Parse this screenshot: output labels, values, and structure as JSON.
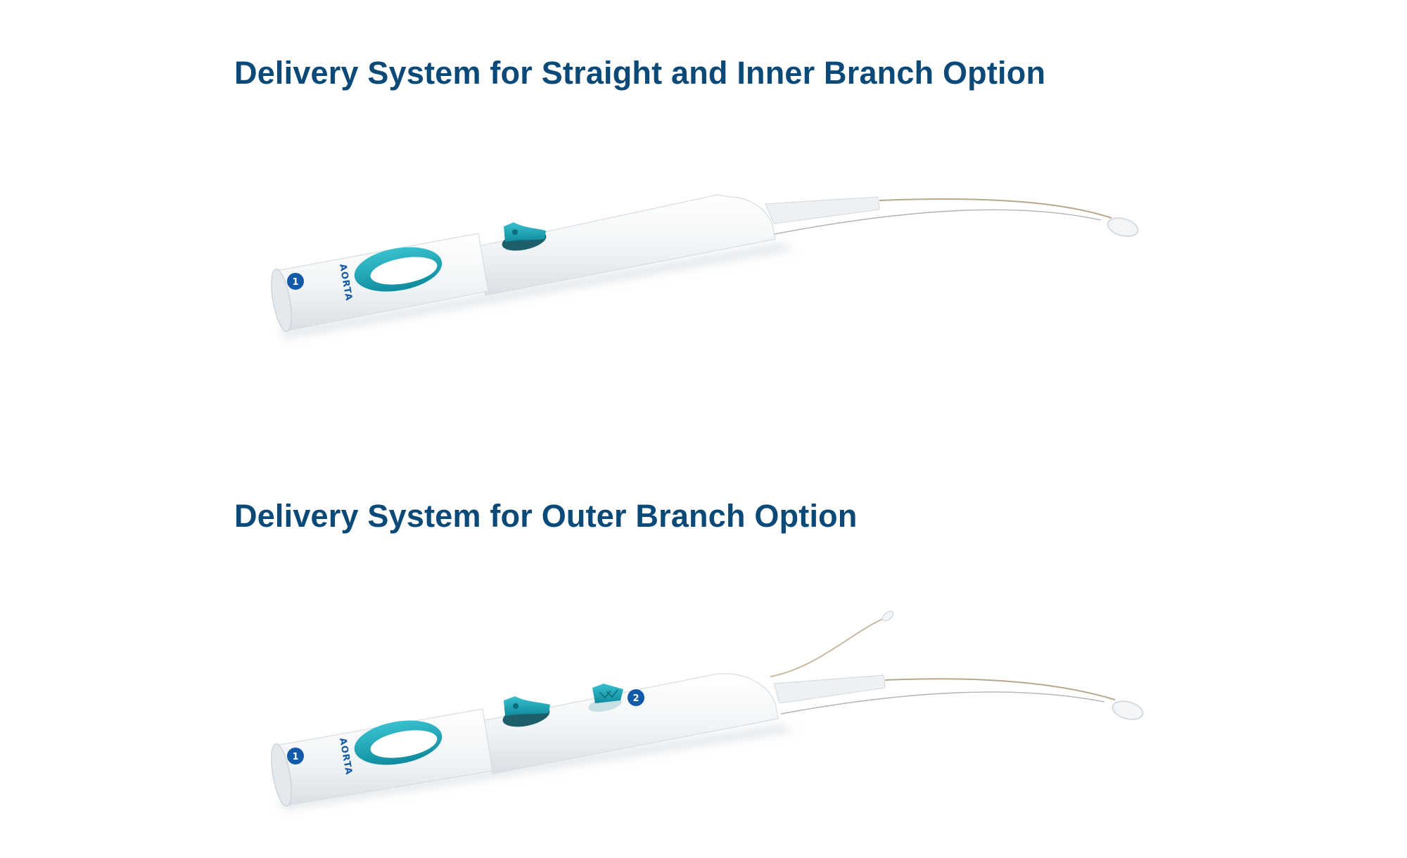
{
  "sections": [
    {
      "title": "Delivery System for Straight and Inner Branch Option",
      "device": {
        "body_label": "AORTA",
        "badges": [
          "1"
        ],
        "icons": [
          "aorta-slider-window",
          "deploy-trigger-icon"
        ]
      }
    },
    {
      "title": "Delivery System for Outer Branch Option",
      "device": {
        "body_label": "AORTA",
        "badges": [
          "1",
          "2"
        ],
        "icons": [
          "aorta-slider-window",
          "deploy-trigger-icon",
          "branch-trigger-icon"
        ]
      }
    }
  ],
  "colors": {
    "title": "#0b4a78",
    "accent_teal": "#1aa3b5",
    "badge_blue": "#1259a8",
    "body_white": "#f4f6f8",
    "wire": "#b9a68c"
  }
}
